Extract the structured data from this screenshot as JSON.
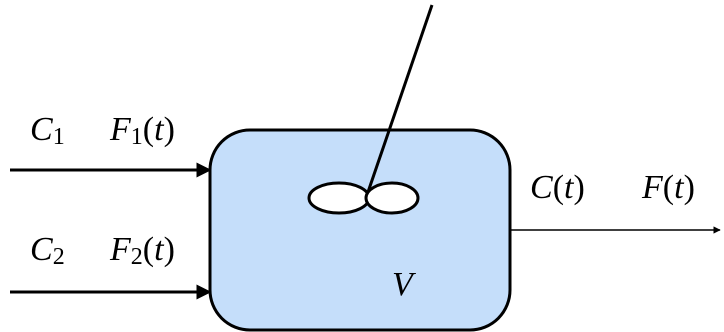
{
  "colors": {
    "tank_fill": "#c5defa",
    "stroke": "#000000",
    "background": "#ffffff"
  },
  "inlet_1": {
    "conc_var": "C",
    "conc_sub": "1",
    "flow_var": "F",
    "flow_sub": "1",
    "flow_open": "(",
    "flow_arg": "t",
    "flow_close": ")"
  },
  "inlet_2": {
    "conc_var": "C",
    "conc_sub": "2",
    "flow_var": "F",
    "flow_sub": "2",
    "flow_open": "(",
    "flow_arg": "t",
    "flow_close": ")"
  },
  "outlet": {
    "conc_var": "C",
    "conc_open": "(",
    "conc_arg": "t",
    "conc_close": ")",
    "flow_var": "F",
    "flow_open": "(",
    "flow_arg": "t",
    "flow_close": ")"
  },
  "tank": {
    "volume_label": "V"
  },
  "icons": {
    "stirrer": "stirrer-impeller-icon",
    "arrow": "arrowhead-icon"
  }
}
